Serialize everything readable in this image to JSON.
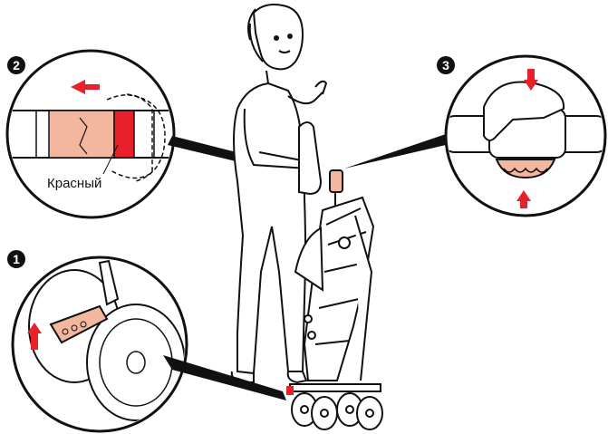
{
  "steps": {
    "step1": "1",
    "step2": "2",
    "step3": "3"
  },
  "labels": {
    "red": "Красный"
  },
  "colors": {
    "accent_red": "#e8202a",
    "salmon": "#f3b79f",
    "outline": "#111111"
  }
}
